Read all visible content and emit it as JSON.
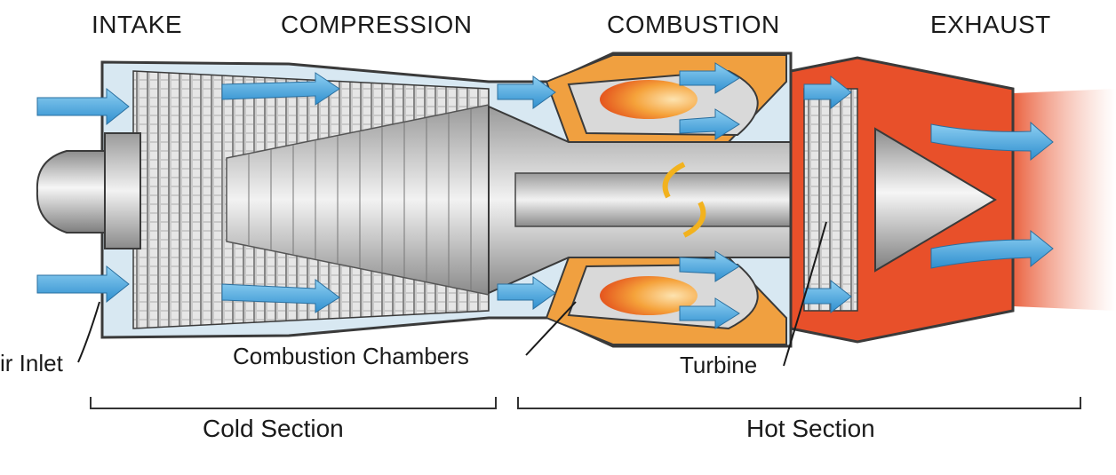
{
  "stages": {
    "intake": "INTAKE",
    "compression": "COMPRESSION",
    "combustion": "COMBUSTION",
    "exhaust": "EXHAUST"
  },
  "callouts": {
    "air_inlet": "ir Inlet",
    "combustion_chambers": "Combustion Chambers",
    "turbine": "Turbine"
  },
  "sections": {
    "cold": "Cold Section",
    "hot": "Hot Section"
  },
  "colors": {
    "air_flow": "#4aa8dc",
    "hot_casing": "#e8502a",
    "combustion_glow": "#f28c1e",
    "metal": "#b8b8b8",
    "outline": "#3a3a3a"
  }
}
